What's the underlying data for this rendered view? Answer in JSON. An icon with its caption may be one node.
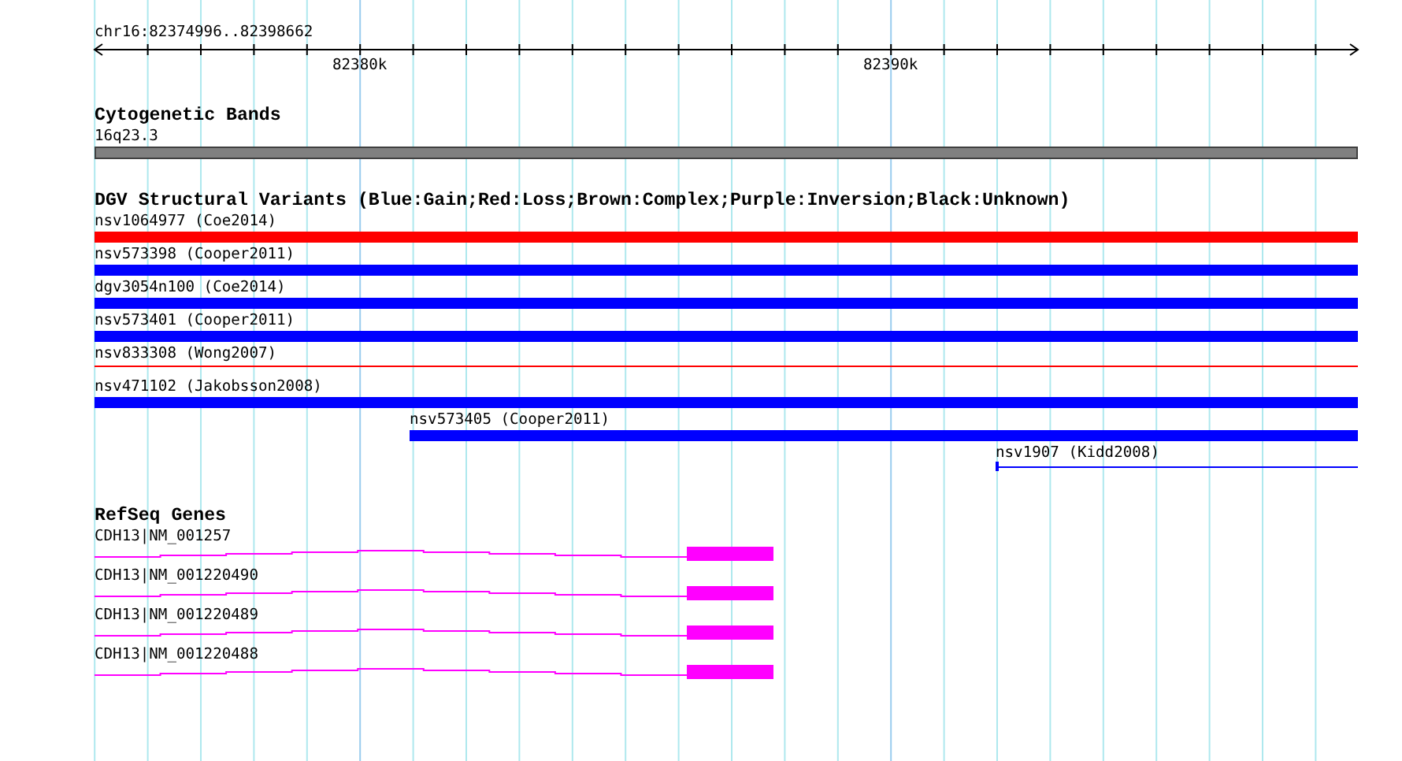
{
  "diagram": {
    "nodes": [
      {
        "text": [
          "16q23.3"
        ]
      },
      {
        "text": [
          "nsv1064977 (Coe2014)"
        ]
      },
      {
        "text": [
          "nsv573398 (Cooper2011)"
        ]
      },
      {
        "text": [
          "dgv3054n100 (Coe2014)"
        ]
      },
      {
        "text": [
          "nsv573401 (Cooper2011)"
        ]
      },
      {
        "text": [
          "nsv833308 (Wong2007)"
        ]
      },
      {
        "text": [
          "nsv471102 (Jakobsson2008)"
        ]
      },
      {
        "text": [
          "nsv573405 (Cooper2011)"
        ]
      },
      {
        "text": [
          "nsv1907 (Kidd2008)"
        ]
      },
      {
        "text": [
          "CDH13|NM_001257"
        ]
      },
      {
        "text": [
          "CDH13|NM_001220490"
        ]
      },
      {
        "text": [
          "CDH13|NM_001220489"
        ]
      },
      {
        "text": [
          "CDH13|NM_001220488"
        ]
      }
    ],
    "labels": [
      "chr16:82374996..82398662",
      "82380k",
      "82390k",
      "Cytogenetic Bands",
      "DGV Structural Variants (Blue:Gain;Red:Loss;Brown:Complex;Purple:Inversion;Black:Unknown)",
      "RefSeq Genes"
    ]
  }
}
